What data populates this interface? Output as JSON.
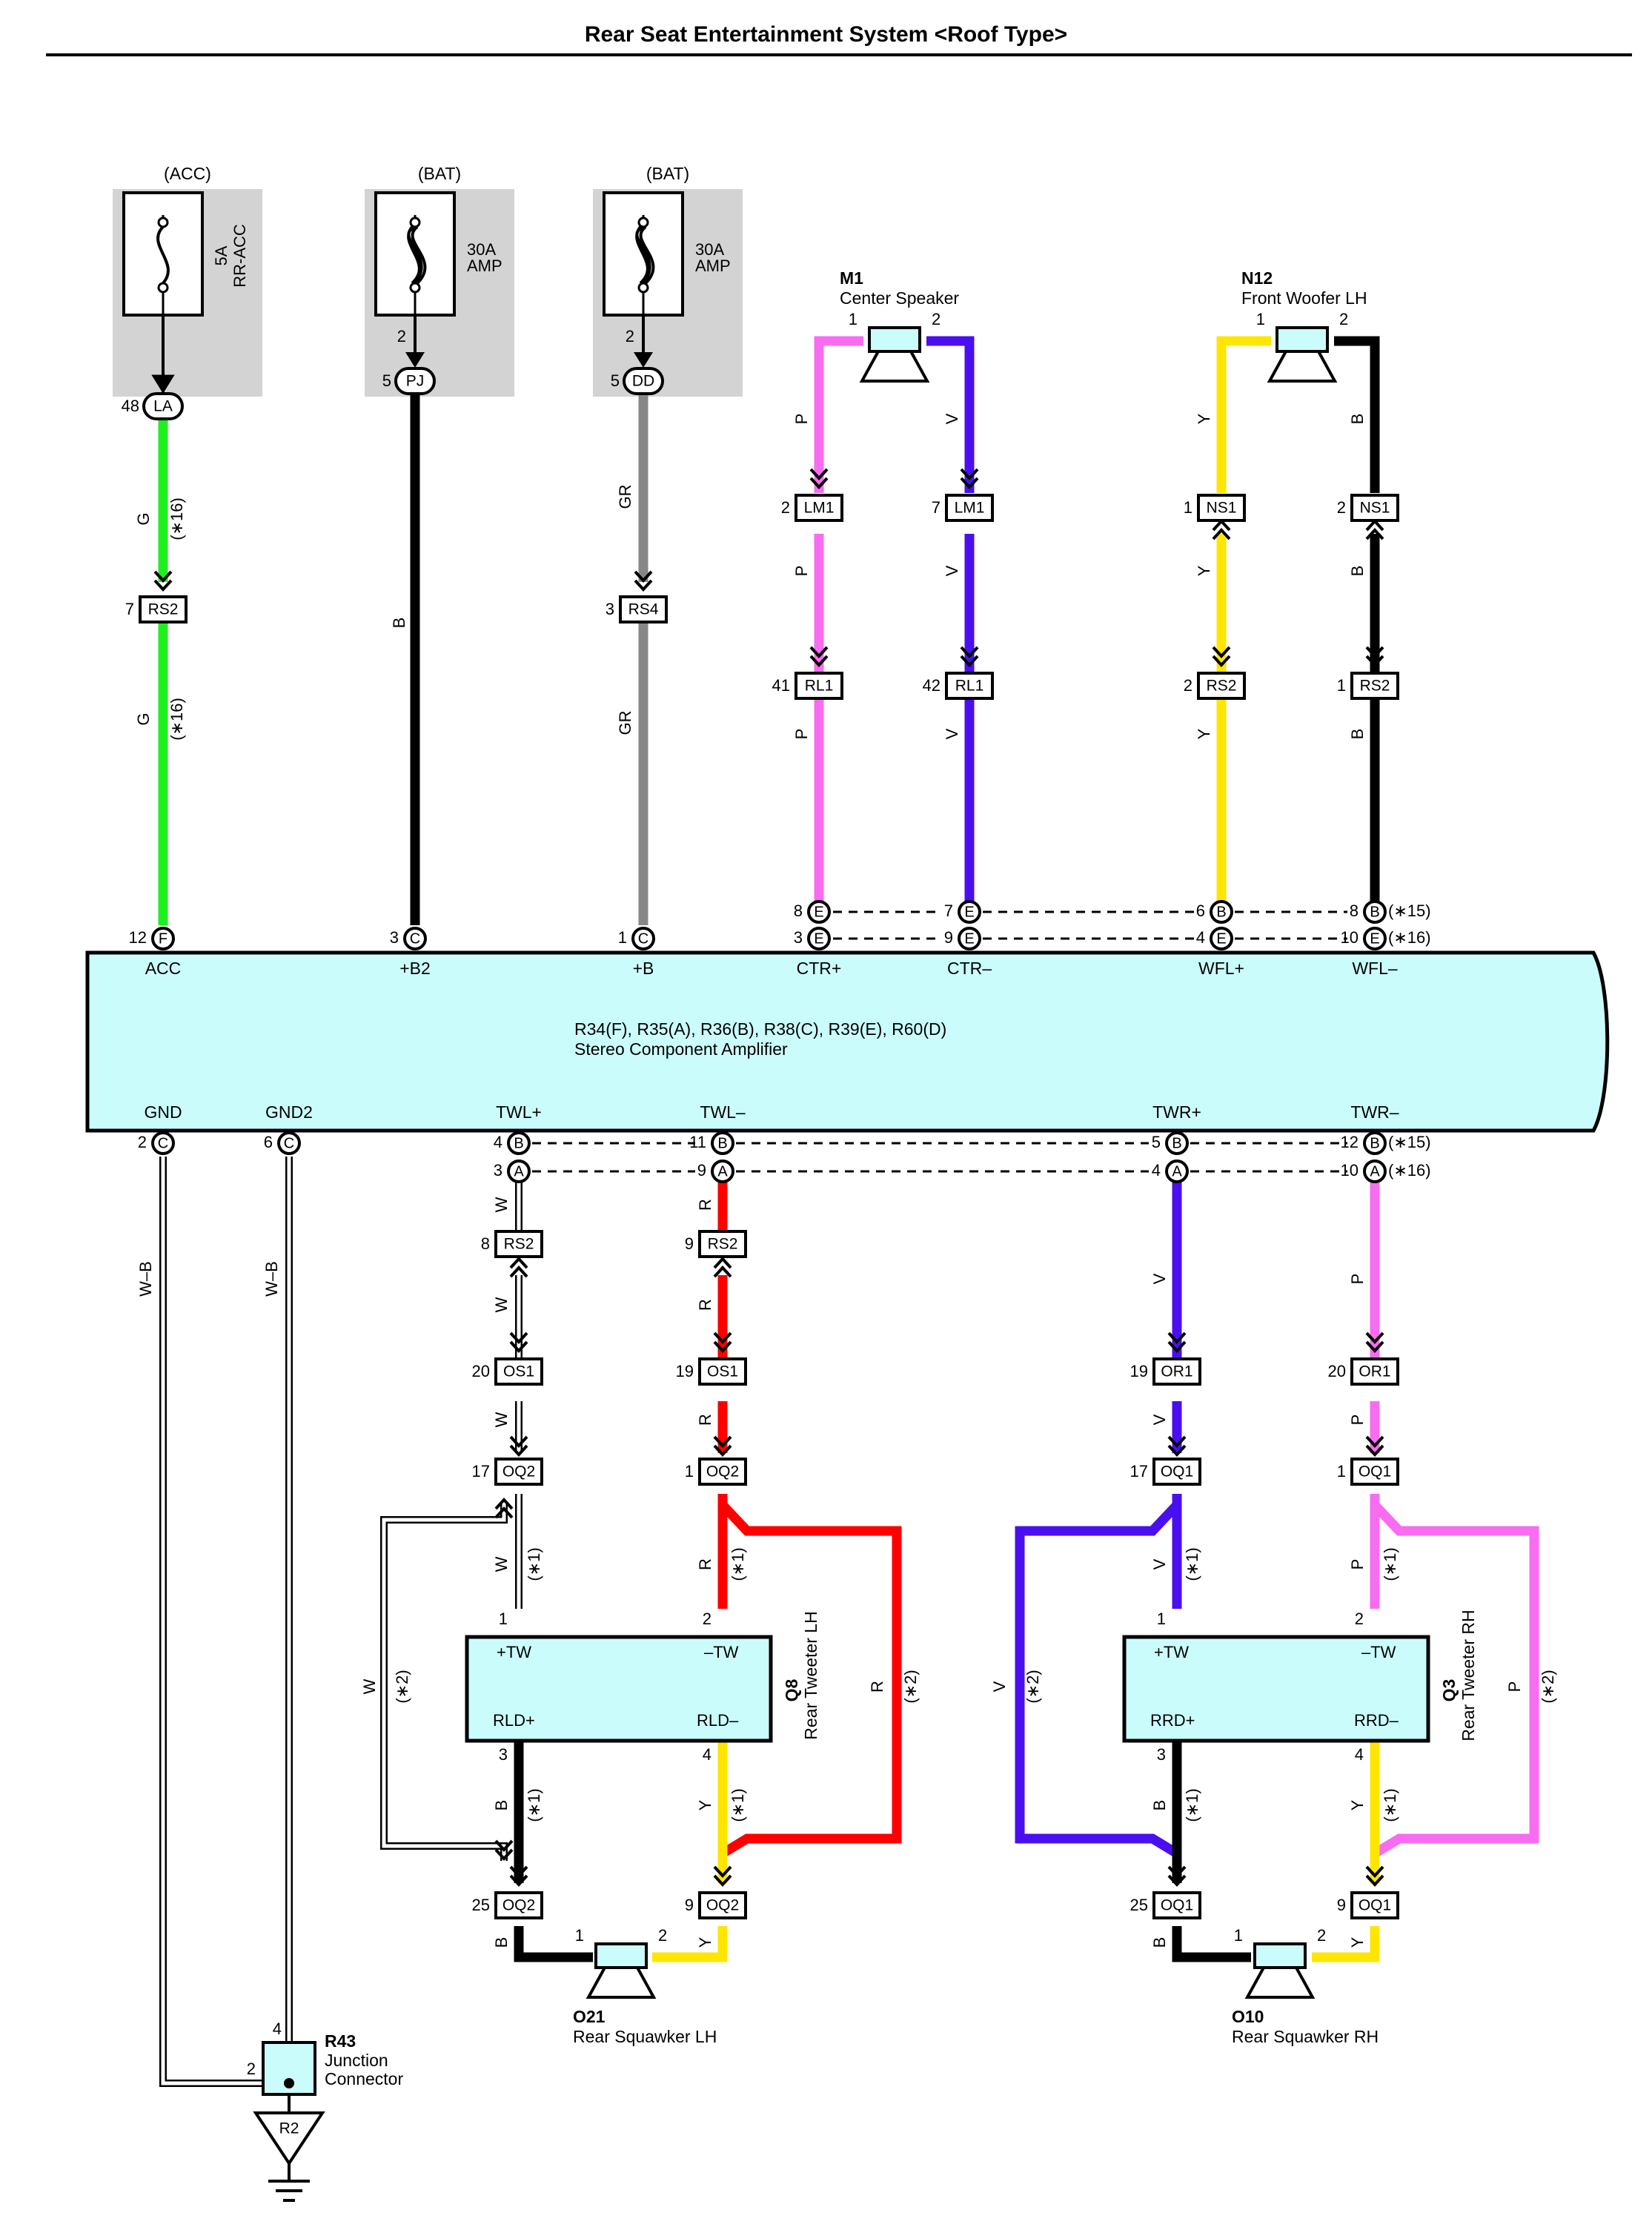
{
  "title": "Rear Seat Entertainment System <Roof Type>",
  "colors": {
    "G": "#1ef01e",
    "B": "#000000",
    "GR": "#878787",
    "P": "#f86cf2",
    "V": "#4a0ff0",
    "Y": "#ffe600",
    "R": "#ff0000",
    "W": "#ffffff",
    "amp_fill": "#cbfcfc",
    "fuse_box": "#d3d3d3"
  },
  "fuses": [
    {
      "supply": "(ACC)",
      "rating": "5A",
      "name": "RR-ACC",
      "out_pin": "",
      "conn_pin": "48",
      "conn": "LA"
    },
    {
      "supply": "(BAT)",
      "rating": "30A",
      "name": "AMP",
      "out_pin": "2",
      "conn_pin": "5",
      "conn": "PJ"
    },
    {
      "supply": "(BAT)",
      "rating": "30A",
      "name": "AMP",
      "out_pin": "2",
      "conn_pin": "5",
      "conn": "DD"
    }
  ],
  "amplifier": {
    "ids": "R34(F), R35(A), R36(B), R38(C), R39(E), R60(D)",
    "name": "Stereo Component Amplifier",
    "top_terminals": [
      {
        "label": "ACC",
        "pin": "12",
        "conn": "F"
      },
      {
        "label": "+B2",
        "pin": "3",
        "conn": "C"
      },
      {
        "label": "+B",
        "pin": "1",
        "conn": "C"
      },
      {
        "label": "CTR+",
        "pins": [
          {
            "pin": "8",
            "conn": "E"
          },
          {
            "pin": "3",
            "conn": "E"
          }
        ]
      },
      {
        "label": "CTR–",
        "pins": [
          {
            "pin": "7",
            "conn": "E"
          },
          {
            "pin": "9",
            "conn": "E"
          }
        ]
      },
      {
        "label": "WFL+",
        "pins": [
          {
            "pin": "6",
            "conn": "B"
          },
          {
            "pin": "4",
            "conn": "E"
          }
        ]
      },
      {
        "label": "WFL–",
        "pins": [
          {
            "pin": "8",
            "conn": "B"
          },
          {
            "pin": "10",
            "conn": "E"
          }
        ]
      }
    ],
    "bottom_terminals": [
      {
        "label": "GND",
        "pin": "2",
        "conn": "C"
      },
      {
        "label": "GND2",
        "pin": "6",
        "conn": "C"
      },
      {
        "label": "TWL+",
        "pins": [
          {
            "pin": "4",
            "conn": "B"
          },
          {
            "pin": "3",
            "conn": "A"
          }
        ]
      },
      {
        "label": "TWL–",
        "pins": [
          {
            "pin": "11",
            "conn": "B"
          },
          {
            "pin": "9",
            "conn": "A"
          }
        ]
      },
      {
        "label": "TWR+",
        "pins": [
          {
            "pin": "5",
            "conn": "B"
          },
          {
            "pin": "4",
            "conn": "A"
          }
        ]
      },
      {
        "label": "TWR–",
        "pins": [
          {
            "pin": "12",
            "conn": "B"
          },
          {
            "pin": "10",
            "conn": "A"
          }
        ]
      }
    ],
    "notes": [
      "(∗15)",
      "(∗16)"
    ]
  },
  "speakers": {
    "m1": {
      "id": "M1",
      "name": "Center Speaker",
      "pin1": "1",
      "pin2": "2"
    },
    "n12": {
      "id": "N12",
      "name": "Front Woofer LH",
      "pin1": "1",
      "pin2": "2"
    },
    "o21": {
      "id": "O21",
      "name": "Rear Squawker LH",
      "pin1": "1",
      "pin2": "2"
    },
    "o10": {
      "id": "O10",
      "name": "Rear Squawker RH",
      "pin1": "1",
      "pin2": "2"
    }
  },
  "tweeters": {
    "q8": {
      "id": "Q8",
      "name": "Rear Tweeter LH",
      "tl": "+TW",
      "tr": "–TW",
      "bl": "RLD+",
      "br": "RLD–",
      "p1": "1",
      "p2": "2",
      "p3": "3",
      "p4": "4"
    },
    "q3": {
      "id": "Q3",
      "name": "Rear Tweeter RH",
      "tl": "+TW",
      "tr": "–TW",
      "bl": "RRD+",
      "br": "RRD–",
      "p1": "1",
      "p2": "2",
      "p3": "3",
      "p4": "4"
    }
  },
  "junction": {
    "id": "R43",
    "name_line1": "Junction",
    "name_line2": "Connector",
    "pin_top": "4",
    "pin_left": "2",
    "ground": "R2"
  },
  "connectors": [
    {
      "pin": "7",
      "name": "RS2"
    },
    {
      "pin": "3",
      "name": "RS4"
    },
    {
      "pin": "2",
      "name": "LM1"
    },
    {
      "pin": "7",
      "name": "LM1"
    },
    {
      "pin": "41",
      "name": "RL1"
    },
    {
      "pin": "42",
      "name": "RL1"
    },
    {
      "pin": "1",
      "name": "NS1"
    },
    {
      "pin": "2",
      "name": "NS1"
    },
    {
      "pin": "2",
      "name": "RS2"
    },
    {
      "pin": "1",
      "name": "RS2"
    },
    {
      "pin": "8",
      "name": "RS2"
    },
    {
      "pin": "9",
      "name": "RS2"
    },
    {
      "pin": "20",
      "name": "OS1"
    },
    {
      "pin": "19",
      "name": "OS1"
    },
    {
      "pin": "19",
      "name": "OR1"
    },
    {
      "pin": "20",
      "name": "OR1"
    },
    {
      "pin": "17",
      "name": "OQ2"
    },
    {
      "pin": "1",
      "name": "OQ2"
    },
    {
      "pin": "17",
      "name": "OQ1"
    },
    {
      "pin": "1",
      "name": "OQ1"
    },
    {
      "pin": "25",
      "name": "OQ2"
    },
    {
      "pin": "9",
      "name": "OQ2"
    },
    {
      "pin": "25",
      "name": "OQ1"
    },
    {
      "pin": "9",
      "name": "OQ1"
    }
  ],
  "wire_labels": [
    "G",
    "B",
    "GR",
    "P",
    "V",
    "Y",
    "R",
    "W",
    "W–B"
  ],
  "variant_notes": [
    "(∗16)",
    "(∗1)",
    "(∗2)"
  ]
}
